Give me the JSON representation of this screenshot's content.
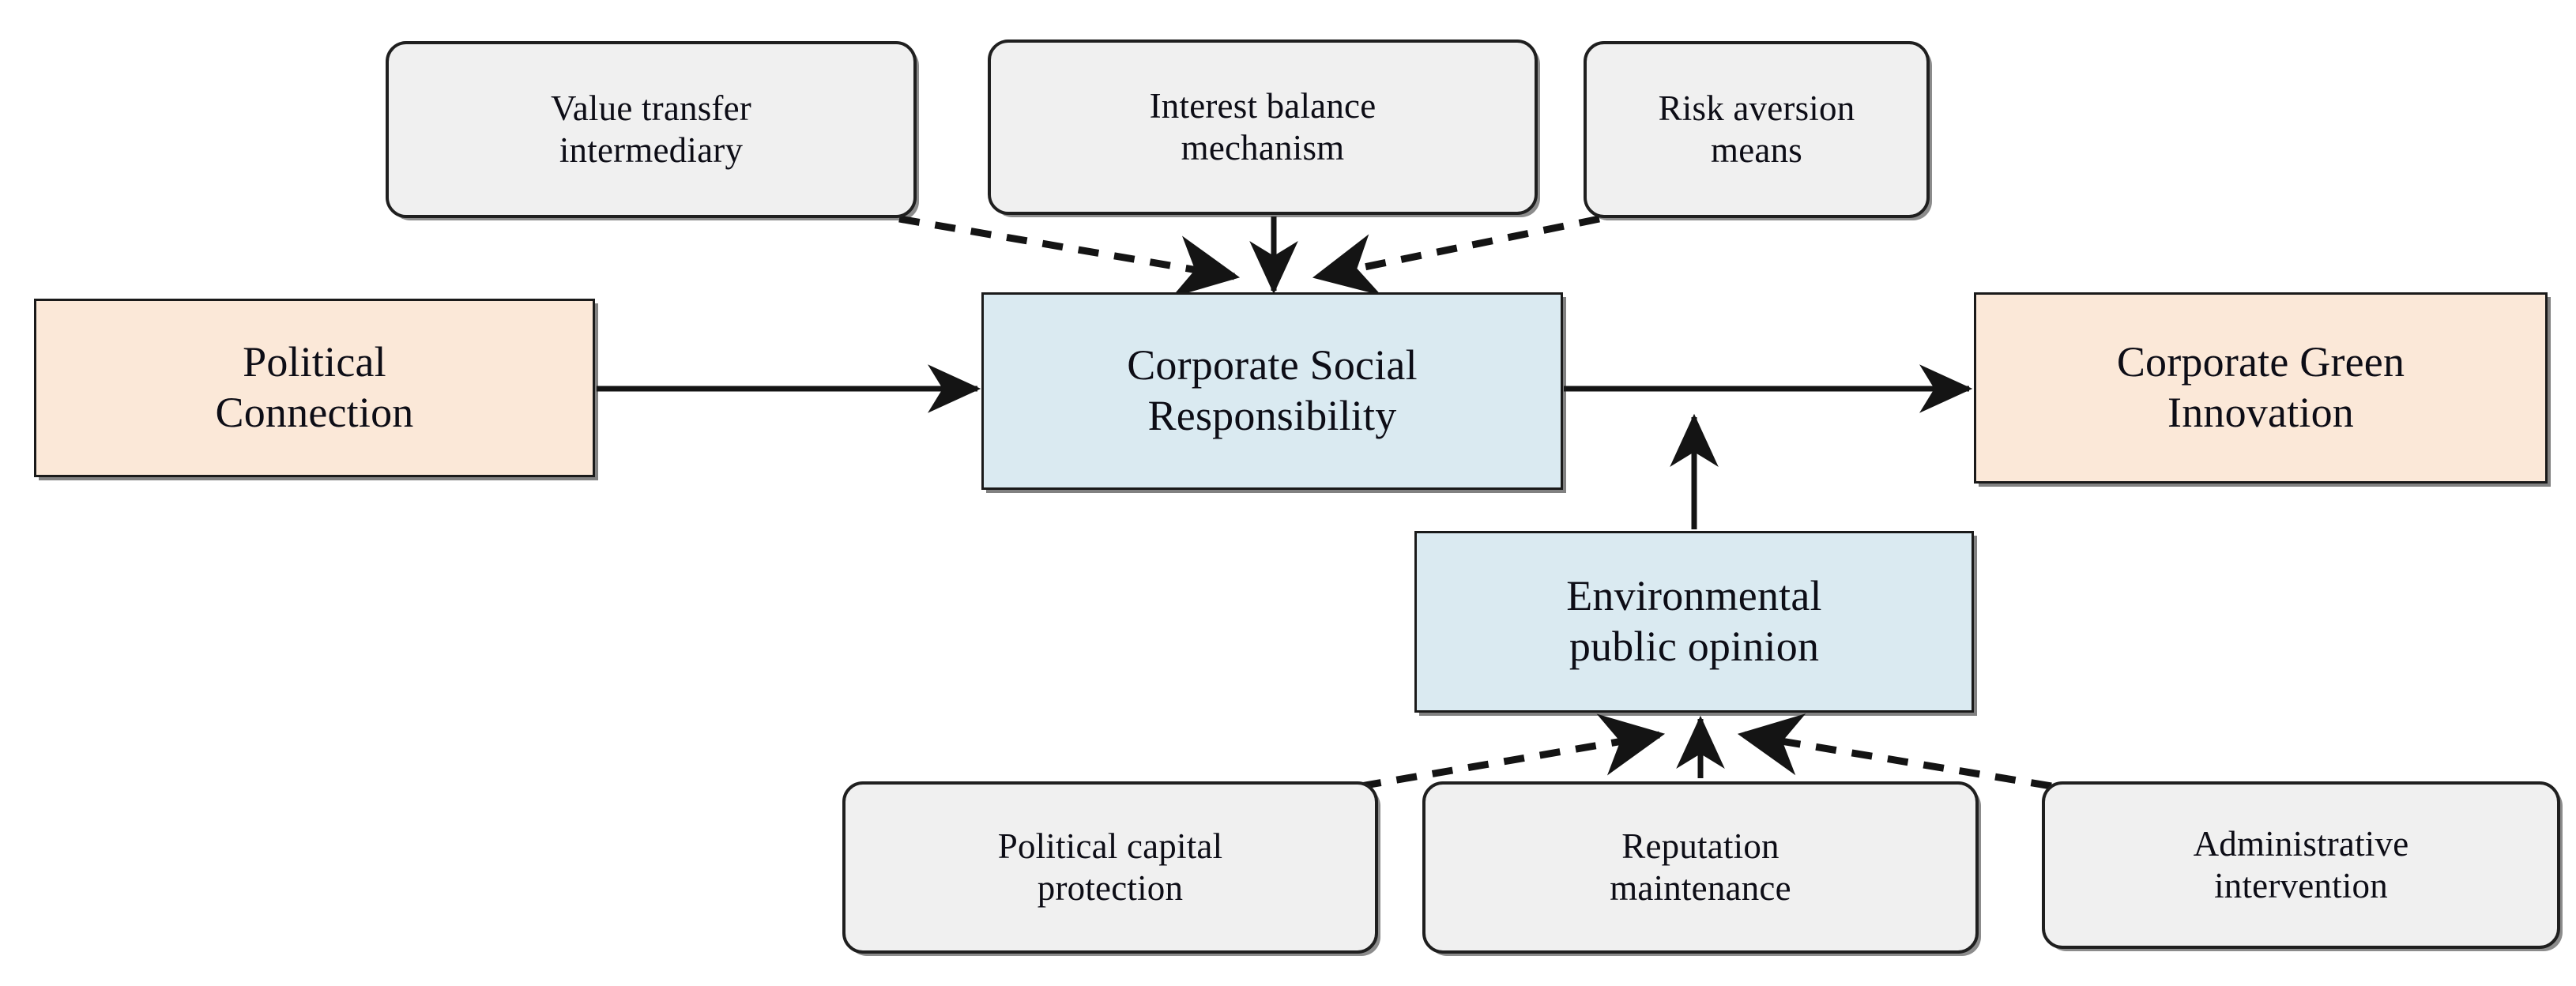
{
  "diagram": {
    "title": "Political Connection, Corporate Social Responsibility and Corporate Green Innovation mechanism diagram",
    "colors": {
      "peach_fill": "#fbe8d8",
      "blue_fill": "#daeaf1",
      "gray_fill": "#f0f0f0",
      "stroke": "#1a1a1a",
      "background": "#ffffff"
    },
    "nodes": [
      {
        "id": "value-transfer-intermediary",
        "label": "Value transfer\nintermediary",
        "shape": "rounded-rectangle",
        "fill": "#f0f0f0",
        "role": "mechanism"
      },
      {
        "id": "interest-balance-mechanism",
        "label": "Interest balance\nmechanism",
        "shape": "rounded-rectangle",
        "fill": "#f0f0f0",
        "role": "mechanism"
      },
      {
        "id": "risk-aversion-means",
        "label": "Risk aversion\nmeans",
        "shape": "rounded-rectangle",
        "fill": "#f0f0f0",
        "role": "mechanism"
      },
      {
        "id": "political-connection",
        "label": "Political\nConnection",
        "shape": "rectangle",
        "fill": "#fbe8d8",
        "role": "independent-variable"
      },
      {
        "id": "corporate-social-responsibility",
        "label": "Corporate Social\nResponsibility",
        "shape": "rectangle",
        "fill": "#daeaf1",
        "role": "mediator"
      },
      {
        "id": "corporate-green-innovation",
        "label": "Corporate Green\nInnovation",
        "shape": "rectangle",
        "fill": "#fbe8d8",
        "role": "dependent-variable"
      },
      {
        "id": "environmental-public-opinion",
        "label": "Environmental\npublic opinion",
        "shape": "rectangle",
        "fill": "#daeaf1",
        "role": "moderator"
      },
      {
        "id": "political-capital-protection",
        "label": "Political capital\nprotection",
        "shape": "rounded-rectangle",
        "fill": "#f0f0f0",
        "role": "mechanism"
      },
      {
        "id": "reputation-maintenance",
        "label": "Reputation\nmaintenance",
        "shape": "rounded-rectangle",
        "fill": "#f0f0f0",
        "role": "mechanism"
      },
      {
        "id": "administrative-intervention",
        "label": "Administrative\nintervention",
        "shape": "rounded-rectangle",
        "fill": "#f0f0f0",
        "role": "mechanism"
      }
    ],
    "edges": [
      {
        "from": "political-connection",
        "to": "corporate-social-responsibility",
        "style": "solid",
        "direction": "right"
      },
      {
        "from": "corporate-social-responsibility",
        "to": "corporate-green-innovation",
        "style": "solid",
        "direction": "right"
      },
      {
        "from": "environmental-public-opinion",
        "to": "corporate-social-responsibility",
        "style": "solid",
        "direction": "up"
      },
      {
        "from": "value-transfer-intermediary",
        "to": "corporate-social-responsibility",
        "style": "dashed",
        "direction": "down-right"
      },
      {
        "from": "interest-balance-mechanism",
        "to": "corporate-social-responsibility",
        "style": "solid",
        "direction": "down"
      },
      {
        "from": "risk-aversion-means",
        "to": "corporate-social-responsibility",
        "style": "dashed",
        "direction": "down-left"
      },
      {
        "from": "political-capital-protection",
        "to": "environmental-public-opinion",
        "style": "dashed",
        "direction": "up-right"
      },
      {
        "from": "reputation-maintenance",
        "to": "environmental-public-opinion",
        "style": "solid",
        "direction": "up"
      },
      {
        "from": "administrative-intervention",
        "to": "environmental-public-opinion",
        "style": "dashed",
        "direction": "up-left"
      }
    ]
  }
}
